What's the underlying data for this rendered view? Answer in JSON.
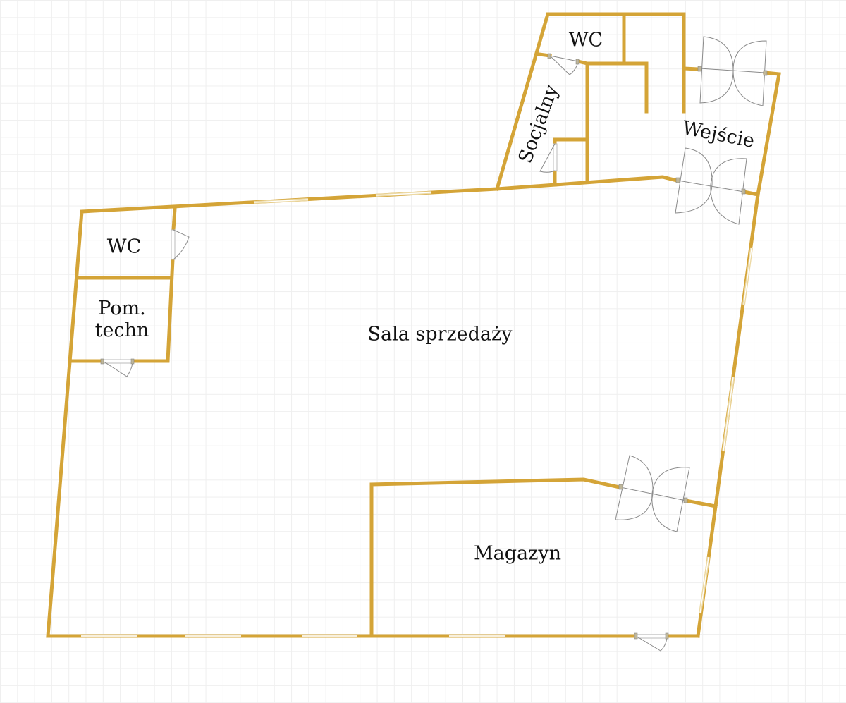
{
  "plan": {
    "rooms": [
      {
        "id": "wc-left",
        "label": "WC"
      },
      {
        "id": "tech",
        "label": "Pom.\ntechn",
        "lines": [
          "Pom.",
          "techn"
        ]
      },
      {
        "id": "sales",
        "label": "Sala sprzedaży"
      },
      {
        "id": "storage",
        "label": "Magazyn"
      },
      {
        "id": "wc-top",
        "label": "WC"
      },
      {
        "id": "social",
        "label": "Socjalny"
      },
      {
        "id": "entrance",
        "label": "Wejście"
      }
    ],
    "colors": {
      "wall": "#d4a437",
      "grid": "#efefef",
      "door": "#8a8a8a"
    }
  }
}
